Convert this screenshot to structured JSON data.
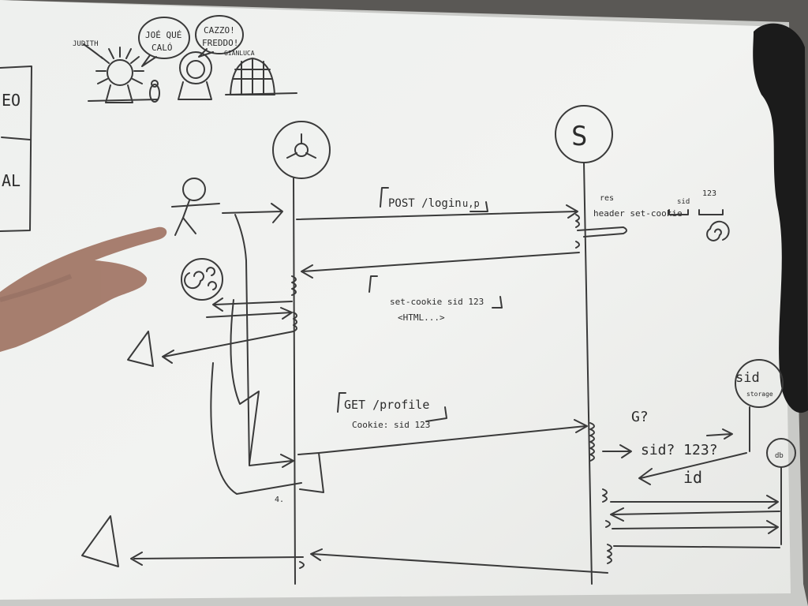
{
  "doodle": {
    "name_judith": "JUDITH",
    "bubble1_line1": "JOÉ QUÉ",
    "bubble1_line2": "CALÓ",
    "bubble2_line1": "CAZZO!",
    "bubble2_line2": "FREDDO!",
    "name_gianluca": "GIANLUCA"
  },
  "left_panel": {
    "text1": "EO",
    "text2": "AL"
  },
  "participants": {
    "server_label": "S"
  },
  "messages": {
    "login_request": "POST /login",
    "login_params": "u,p",
    "server_note_line1": "res",
    "server_note_line2": "header set-cookie",
    "cookie_key": "sid",
    "cookie_value": "123",
    "login_response_line1": "set-cookie sid 123",
    "login_response_line2": "<HTML...>",
    "profile_request_line1": "GET /profile",
    "profile_request_line2": "Cookie: sid 123",
    "server_question": "G?",
    "server_lookup": "sid? 123?",
    "store_label_line1": "sid",
    "store_label_line2": "storage",
    "db_label": "db",
    "id_label": "id",
    "small_label": "4."
  }
}
